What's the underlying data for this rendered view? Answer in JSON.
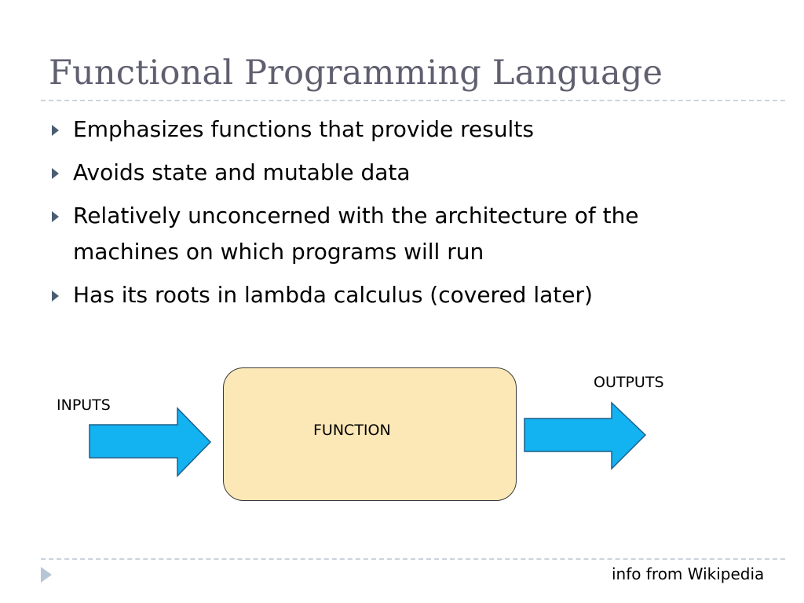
{
  "slide": {
    "title": "Functional Programming Language",
    "bullets": [
      {
        "text": "Emphasizes functions that provide results"
      },
      {
        "text": "Avoids state and mutable data"
      },
      {
        "text": "Relatively unconcerned with the architecture of the machines on which programs will run"
      },
      {
        "text": "Has its roots in lambda calculus (covered later)"
      }
    ]
  },
  "diagram": {
    "inputs_label": "INPUTS",
    "function_label": "FUNCTION",
    "outputs_label": "OUTPUTS",
    "box_fill_color": "#fbe8b6",
    "arrow_fill_color": "#13b2f1"
  },
  "footer": {
    "source_note": "info from Wikipedia",
    "nav_icon": "triangle-right-icon"
  }
}
